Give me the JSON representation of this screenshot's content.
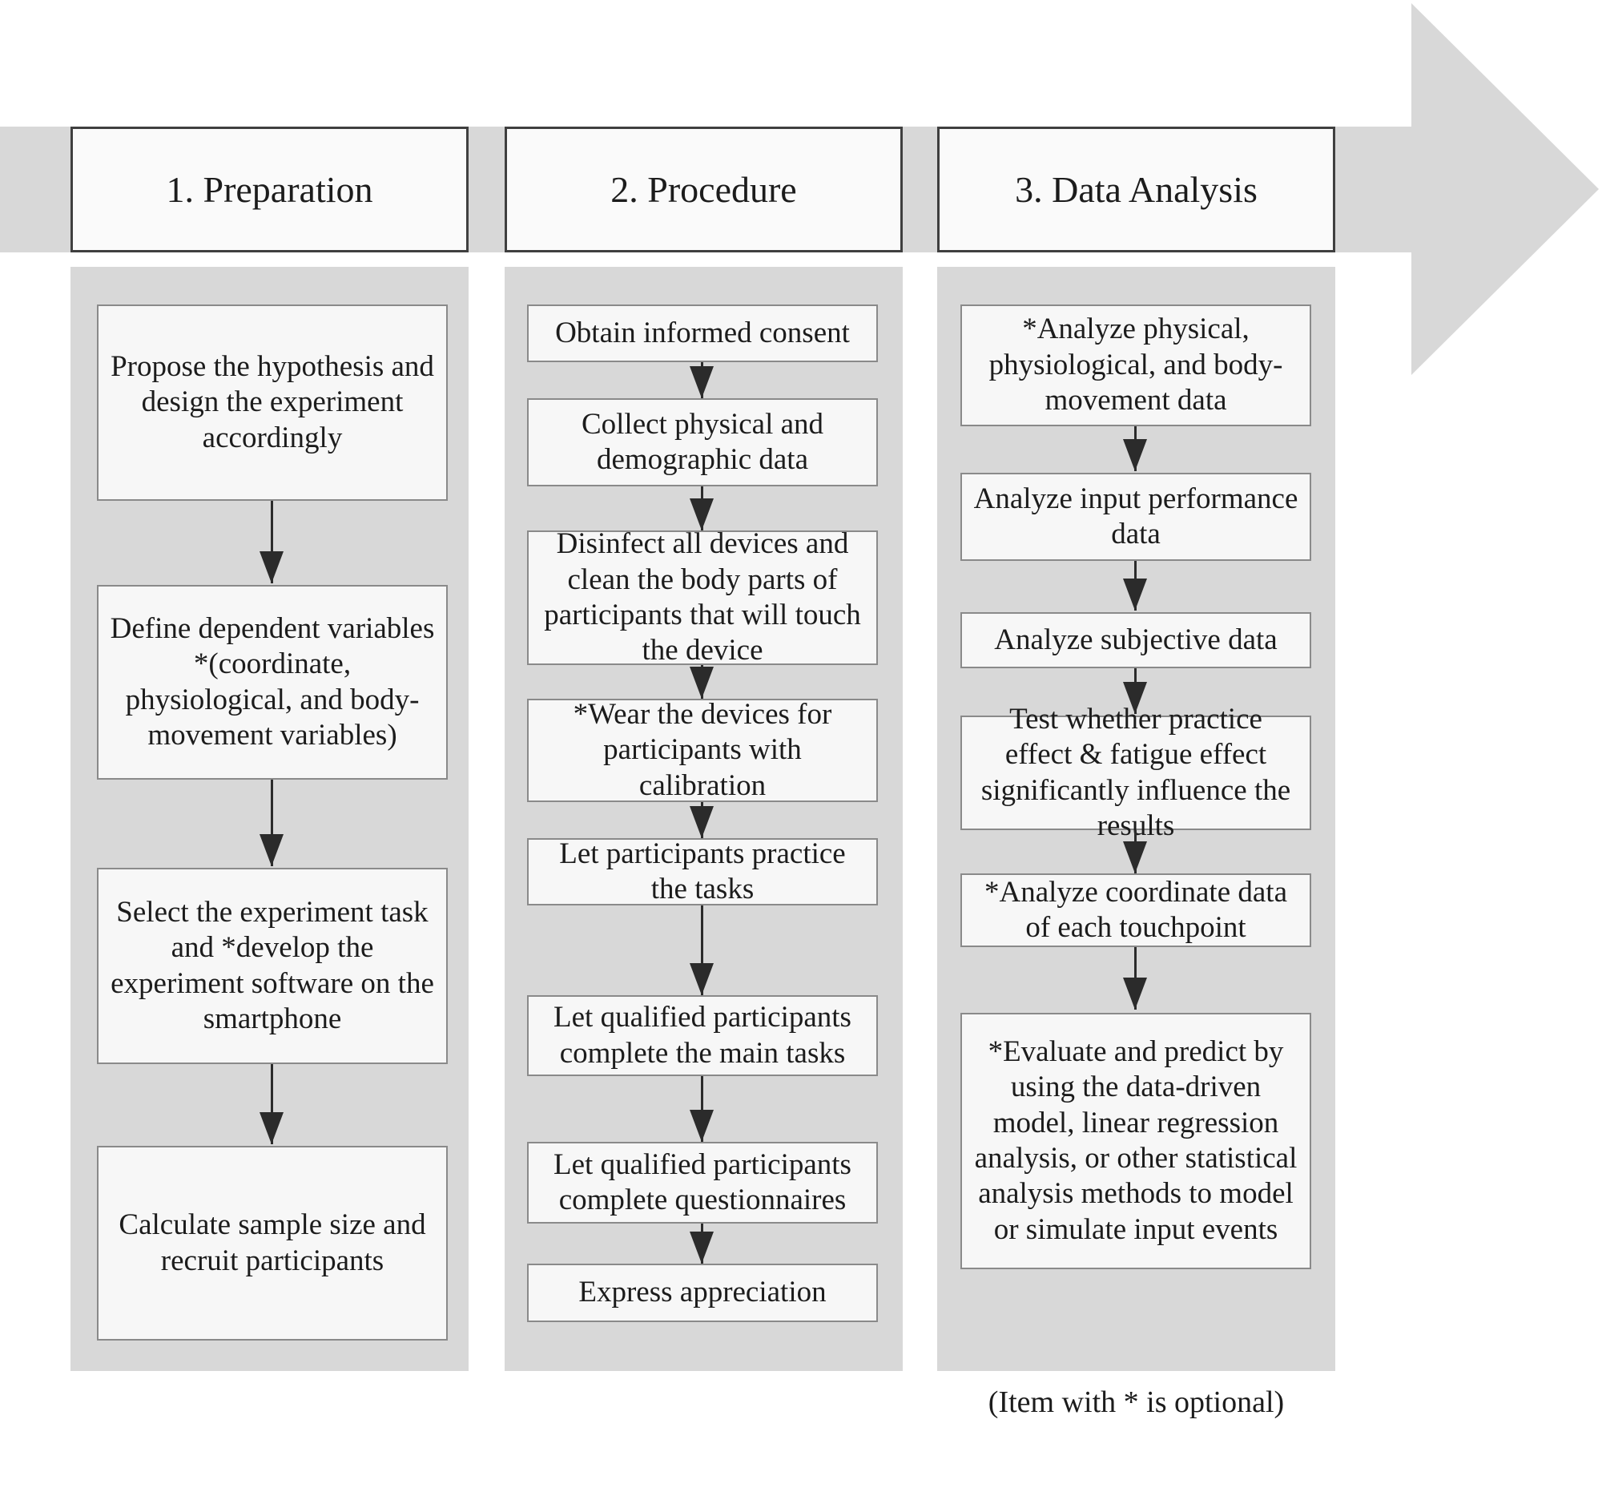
{
  "figure": {
    "footnote": "(Item with * is optional)",
    "optional_marker": "*",
    "colors": {
      "process_arrow": "#d8d8d8",
      "column_panel": "#d8d8d8",
      "box_background": "#f7f7f7",
      "box_border": "#8a8a8a",
      "header_border": "#3f3f3f",
      "connector_arrow": "#2b2b2b",
      "text": "#1c1c1c"
    }
  },
  "columns": [
    {
      "title": "1. Preparation",
      "steps": [
        "Propose the hypothesis and design the experiment accordingly",
        "Define dependent variables *(coordinate, physiological, and body-movement variables)",
        "Select the experiment task and *develop the experiment software on the smartphone",
        "Calculate sample size and recruit participants"
      ]
    },
    {
      "title": "2. Procedure",
      "steps": [
        "Obtain informed consent",
        "Collect physical and demographic data",
        "Disinfect all devices and clean the body parts of participants that will touch the device",
        "*Wear the devices for participants with calibration",
        "Let participants practice the tasks",
        "Let qualified participants complete the main tasks",
        "Let qualified participants complete questionnaires",
        "Express appreciation"
      ]
    },
    {
      "title": "3. Data Analysis",
      "steps": [
        "*Analyze physical, physiological, and body-movement data",
        "Analyze input performance data",
        "Analyze subjective data",
        "Test whether practice effect & fatigue effect significantly influence the results",
        "*Analyze coordinate data of each touchpoint",
        "*Evaluate and predict by using the data-driven model, linear regression analysis, or other statistical analysis methods to model or simulate input events"
      ]
    }
  ]
}
